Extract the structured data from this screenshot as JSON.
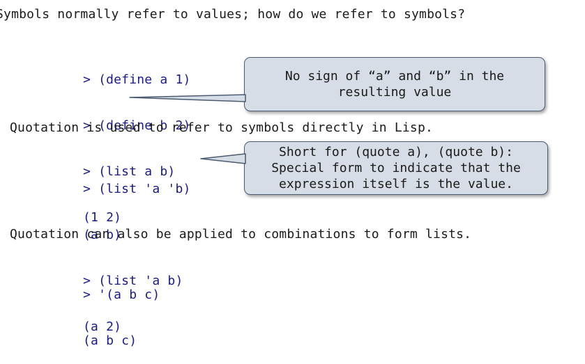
{
  "heading": "Symbols normally refer to values; how do we refer to symbols?",
  "block1": {
    "lines": [
      "> (define a 1)",
      "> (define b 2)",
      "> (list a b)",
      "(1 2)"
    ]
  },
  "callout1": {
    "lines": [
      "No sign of “a” and “b” in the",
      "resulting value"
    ]
  },
  "para2": "Quotation is used to refer to symbols directly in Lisp.",
  "block2": {
    "lines": [
      "> (list 'a 'b)",
      "(a b)",
      "> (list 'a b)",
      "(a 2)"
    ]
  },
  "callout2": {
    "lines": [
      "Short for (quote a), (quote b):",
      "Special form to indicate that the",
      "expression itself is the value."
    ]
  },
  "para3": "Quotation can also be applied to combinations to form lists.",
  "block3": {
    "lines": [
      "> '(a b c)",
      "(a b c)"
    ]
  },
  "colors": {
    "code": "#1a1a8c",
    "callout_fill": "#d7dde6",
    "callout_border": "#4c5a70"
  }
}
